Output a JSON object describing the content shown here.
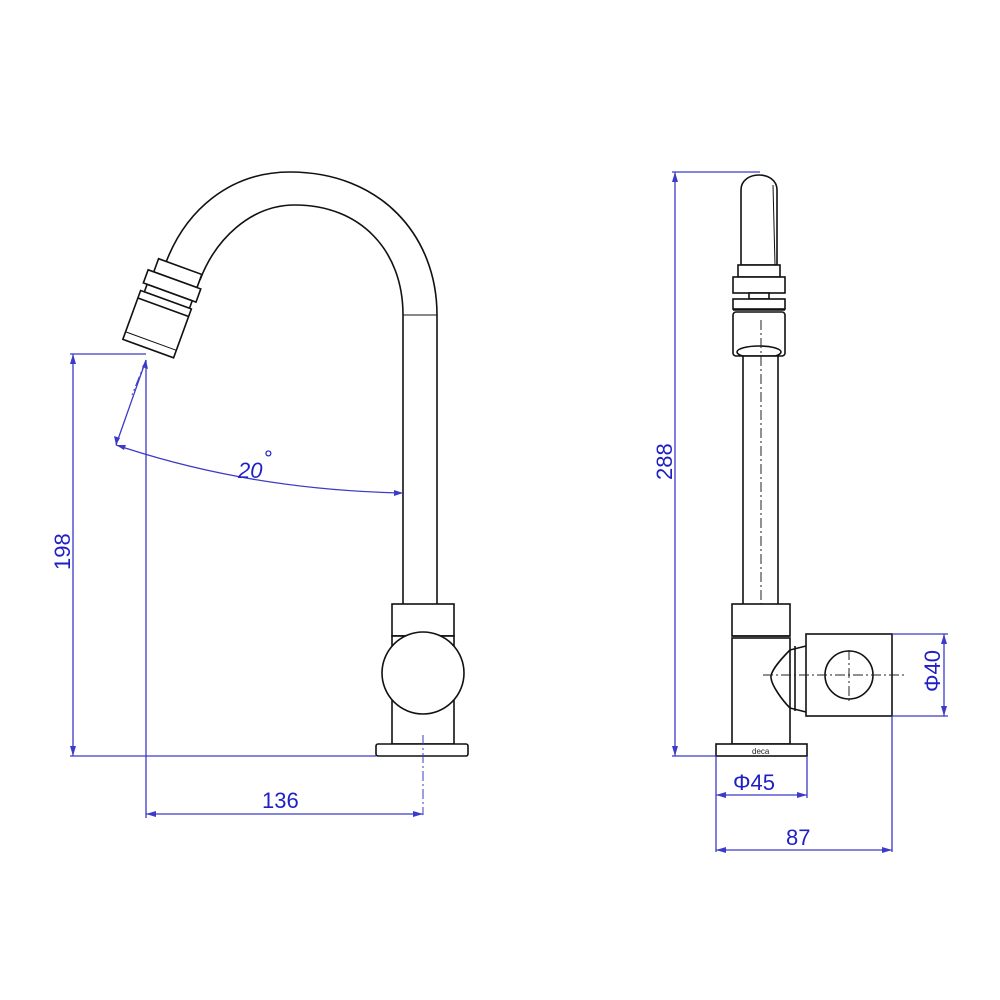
{
  "drawing": {
    "title": "Faucet technical drawing - side and front views",
    "colors": {
      "outline": "#111111",
      "dimension": "#3b3bc8",
      "dimension_text": "#1f1fc4",
      "background": "#ffffff"
    },
    "units": "mm"
  },
  "side_view": {
    "dimensions": {
      "outlet_height": "198",
      "reach": "136",
      "spout_angle": "20",
      "angle_unit": "°"
    }
  },
  "front_view": {
    "dimensions": {
      "total_height": "288",
      "handle_diameter": "Φ40",
      "base_diameter": "Φ45",
      "total_depth": "87"
    },
    "base_brand_label": "deca"
  }
}
